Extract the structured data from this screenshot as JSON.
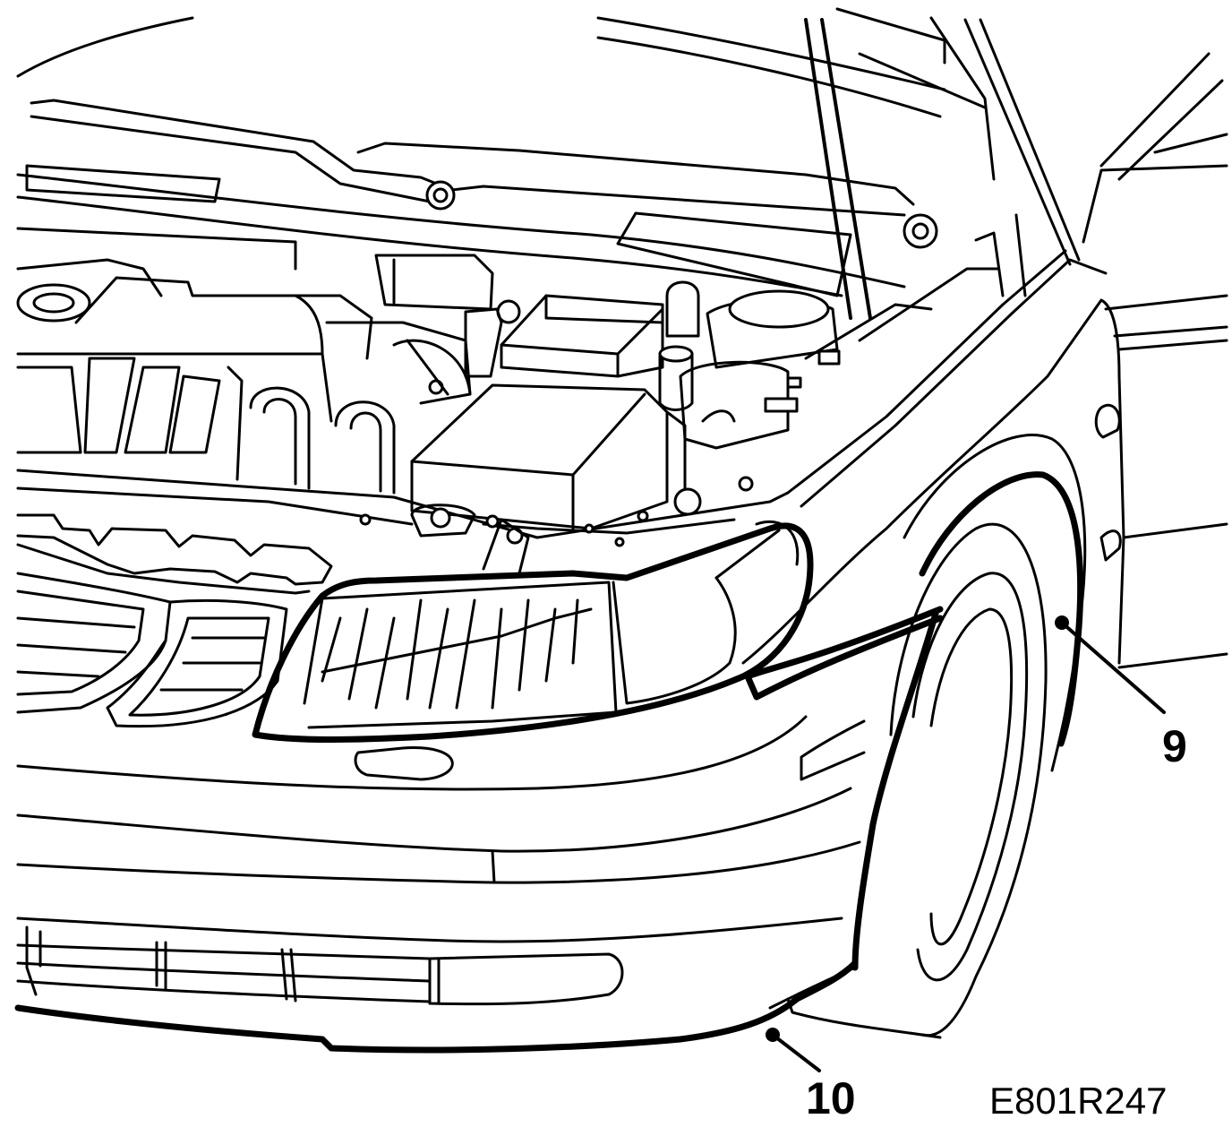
{
  "callouts": [
    {
      "id": "callout-9",
      "label": "9"
    },
    {
      "id": "callout-10",
      "label": "10"
    }
  ],
  "figure_code": "E801R247",
  "colors": {
    "line": "#000000",
    "background": "#ffffff"
  }
}
